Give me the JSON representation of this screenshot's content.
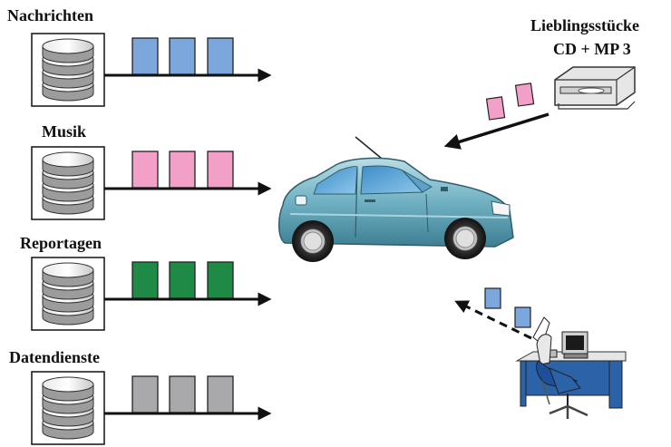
{
  "streams": [
    {
      "label": "Nachrichten",
      "color": "#7ba7dc"
    },
    {
      "label": "Musik",
      "color": "#f3a0c8"
    },
    {
      "label": "Reportagen",
      "color": "#1f8a45"
    },
    {
      "label": "Datendienste",
      "color": "#a9a9ab"
    }
  ],
  "cd_player": {
    "line1": "Lieblingsstücke",
    "line2": "CD + MP 3",
    "packet_color": "#f3a0c8"
  },
  "uplink": {
    "packet_color": "#7ba7dc"
  },
  "icons": [
    "database-icon",
    "cd-player-icon",
    "car-icon",
    "workstation-icon"
  ]
}
